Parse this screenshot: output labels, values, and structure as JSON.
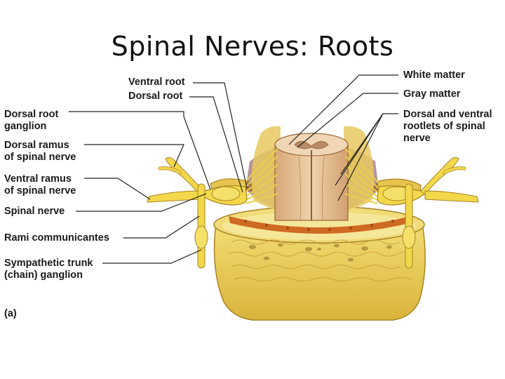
{
  "title": "Spinal Nerves: Roots",
  "labels": {
    "ventral_root": "Ventral root",
    "dorsal_root": "Dorsal root",
    "drg_line1": "Dorsal root",
    "drg_line2": "ganglion",
    "dorsal_ramus_line1": "Dorsal ramus",
    "dorsal_ramus_line2": "of spinal nerve",
    "ventral_ramus_line1": "Ventral ramus",
    "ventral_ramus_line2": "of spinal nerve",
    "spinal_nerve": "Spinal nerve",
    "rami_communicantes": "Rami communicantes",
    "symp_line1": "Sympathetic trunk",
    "symp_line2": "(chain) ganglion",
    "white_matter": "White matter",
    "gray_matter": "Gray matter",
    "rootlets_line1": "Dorsal and ventral",
    "rootlets_line2": "rootlets of spinal",
    "rootlets_line3": "nerve",
    "panel": "(a)"
  },
  "colors": {
    "bone": "#e9cf5a",
    "bone_dark": "#b8902a",
    "nerve": "#f2d84a",
    "cord": "#e8c59a",
    "cord_dark": "#c99868",
    "marrow": "#d06a20",
    "leader": "#222222"
  }
}
